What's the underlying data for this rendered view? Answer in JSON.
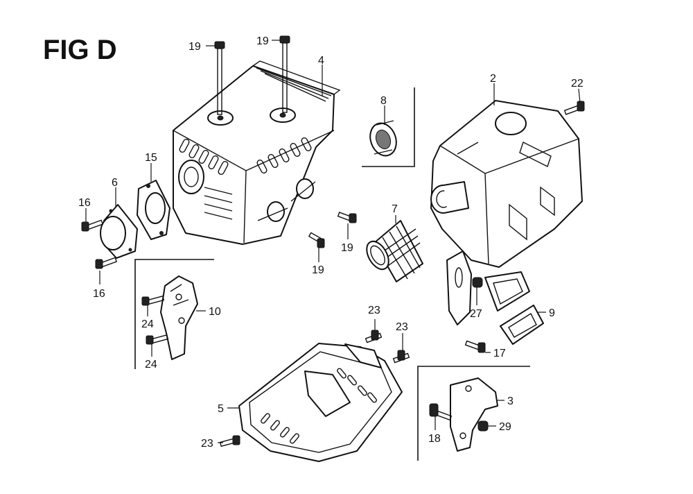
{
  "figure": {
    "title": "FIG D"
  },
  "callouts": [
    "19",
    "19",
    "4",
    "8",
    "2",
    "22",
    "15",
    "6",
    "16",
    "16",
    "7",
    "19",
    "19",
    "10",
    "24",
    "24",
    "27",
    "9",
    "17",
    "23",
    "23",
    "5",
    "23",
    "3",
    "18",
    "29"
  ]
}
